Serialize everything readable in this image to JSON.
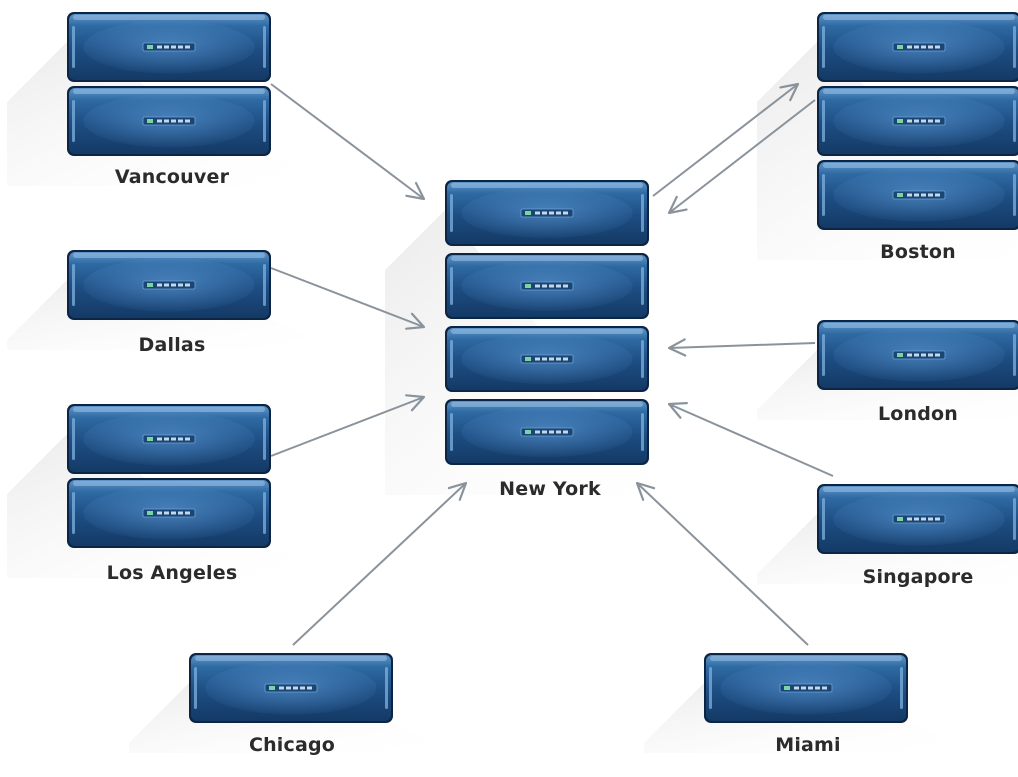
{
  "sites": {
    "vancouver": {
      "label": "Vancouver",
      "units": 2
    },
    "dallas": {
      "label": "Dallas",
      "units": 1
    },
    "los_angeles": {
      "label": "Los Angeles",
      "units": 2
    },
    "chicago": {
      "label": "Chicago",
      "units": 1
    },
    "new_york": {
      "label": "New York",
      "units": 4
    },
    "boston": {
      "label": "Boston",
      "units": 3
    },
    "london": {
      "label": "London",
      "units": 1
    },
    "singapore": {
      "label": "Singapore",
      "units": 1
    },
    "miami": {
      "label": "Miami",
      "units": 1
    }
  },
  "connections": [
    {
      "from": "Vancouver",
      "to": "New York"
    },
    {
      "from": "Dallas",
      "to": "New York"
    },
    {
      "from": "Los Angeles",
      "to": "New York"
    },
    {
      "from": "Chicago",
      "to": "New York"
    },
    {
      "from": "New York",
      "to": "Boston"
    },
    {
      "from": "Boston",
      "to": "New York"
    },
    {
      "from": "London",
      "to": "New York"
    },
    {
      "from": "Singapore",
      "to": "New York"
    },
    {
      "from": "Miami",
      "to": "New York"
    }
  ],
  "colors": {
    "unit_dark": "#143a66",
    "unit_mid": "#2f6aa3",
    "unit_light": "#5f95c8",
    "frame": "#0c2544",
    "arrow": "#8a939c",
    "shadow": "#e9e9e9",
    "label": "#2b2b2b"
  }
}
